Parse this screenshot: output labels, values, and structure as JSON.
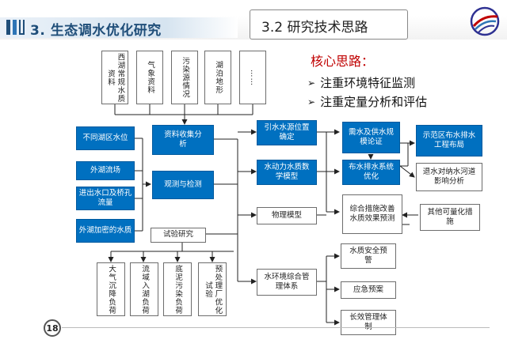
{
  "header": {
    "section_title": "3. 生态调水优化研究",
    "subtitle": "3.2  研究技术思路"
  },
  "core": {
    "title": "核心思路：",
    "items": [
      "注重环境特征监测",
      "注重定量分析和评估"
    ]
  },
  "sources": [
    "西湖常规水质资料",
    "气象资料",
    "污染源情况",
    "湖泊地形",
    "……"
  ],
  "left_monitor": [
    "不同湖区水位",
    "外湖流场",
    "进出水口及桥孔流量",
    "外湖加密的水质"
  ],
  "center": {
    "data_collect": "资料收集分析",
    "observe": "观测与检测",
    "experiment": "试验研究"
  },
  "experiments": [
    "大气沉降负荷",
    "流域入湖负荷",
    "底泥污染负荷",
    "预处理厂优化试验"
  ],
  "middle": {
    "source_pos": "引水水源位置确定",
    "hydro_model": "水动力水质数学模型",
    "physical_model": "物理模型",
    "mgmt_system": "水环境综合管理体系"
  },
  "right": {
    "demand": "需水及供水规模论证",
    "layout": "布水排水系统优化",
    "measures": "综合措施改善水质效果预测",
    "demo": "示范区布水排水工程布局",
    "retreat": "退水对纳水河道影响分析",
    "other": "其他可量化措施"
  },
  "mgmt": [
    "水质安全预警",
    "应急预案",
    "长效管理体制"
  ],
  "page": {
    "number": "18"
  }
}
